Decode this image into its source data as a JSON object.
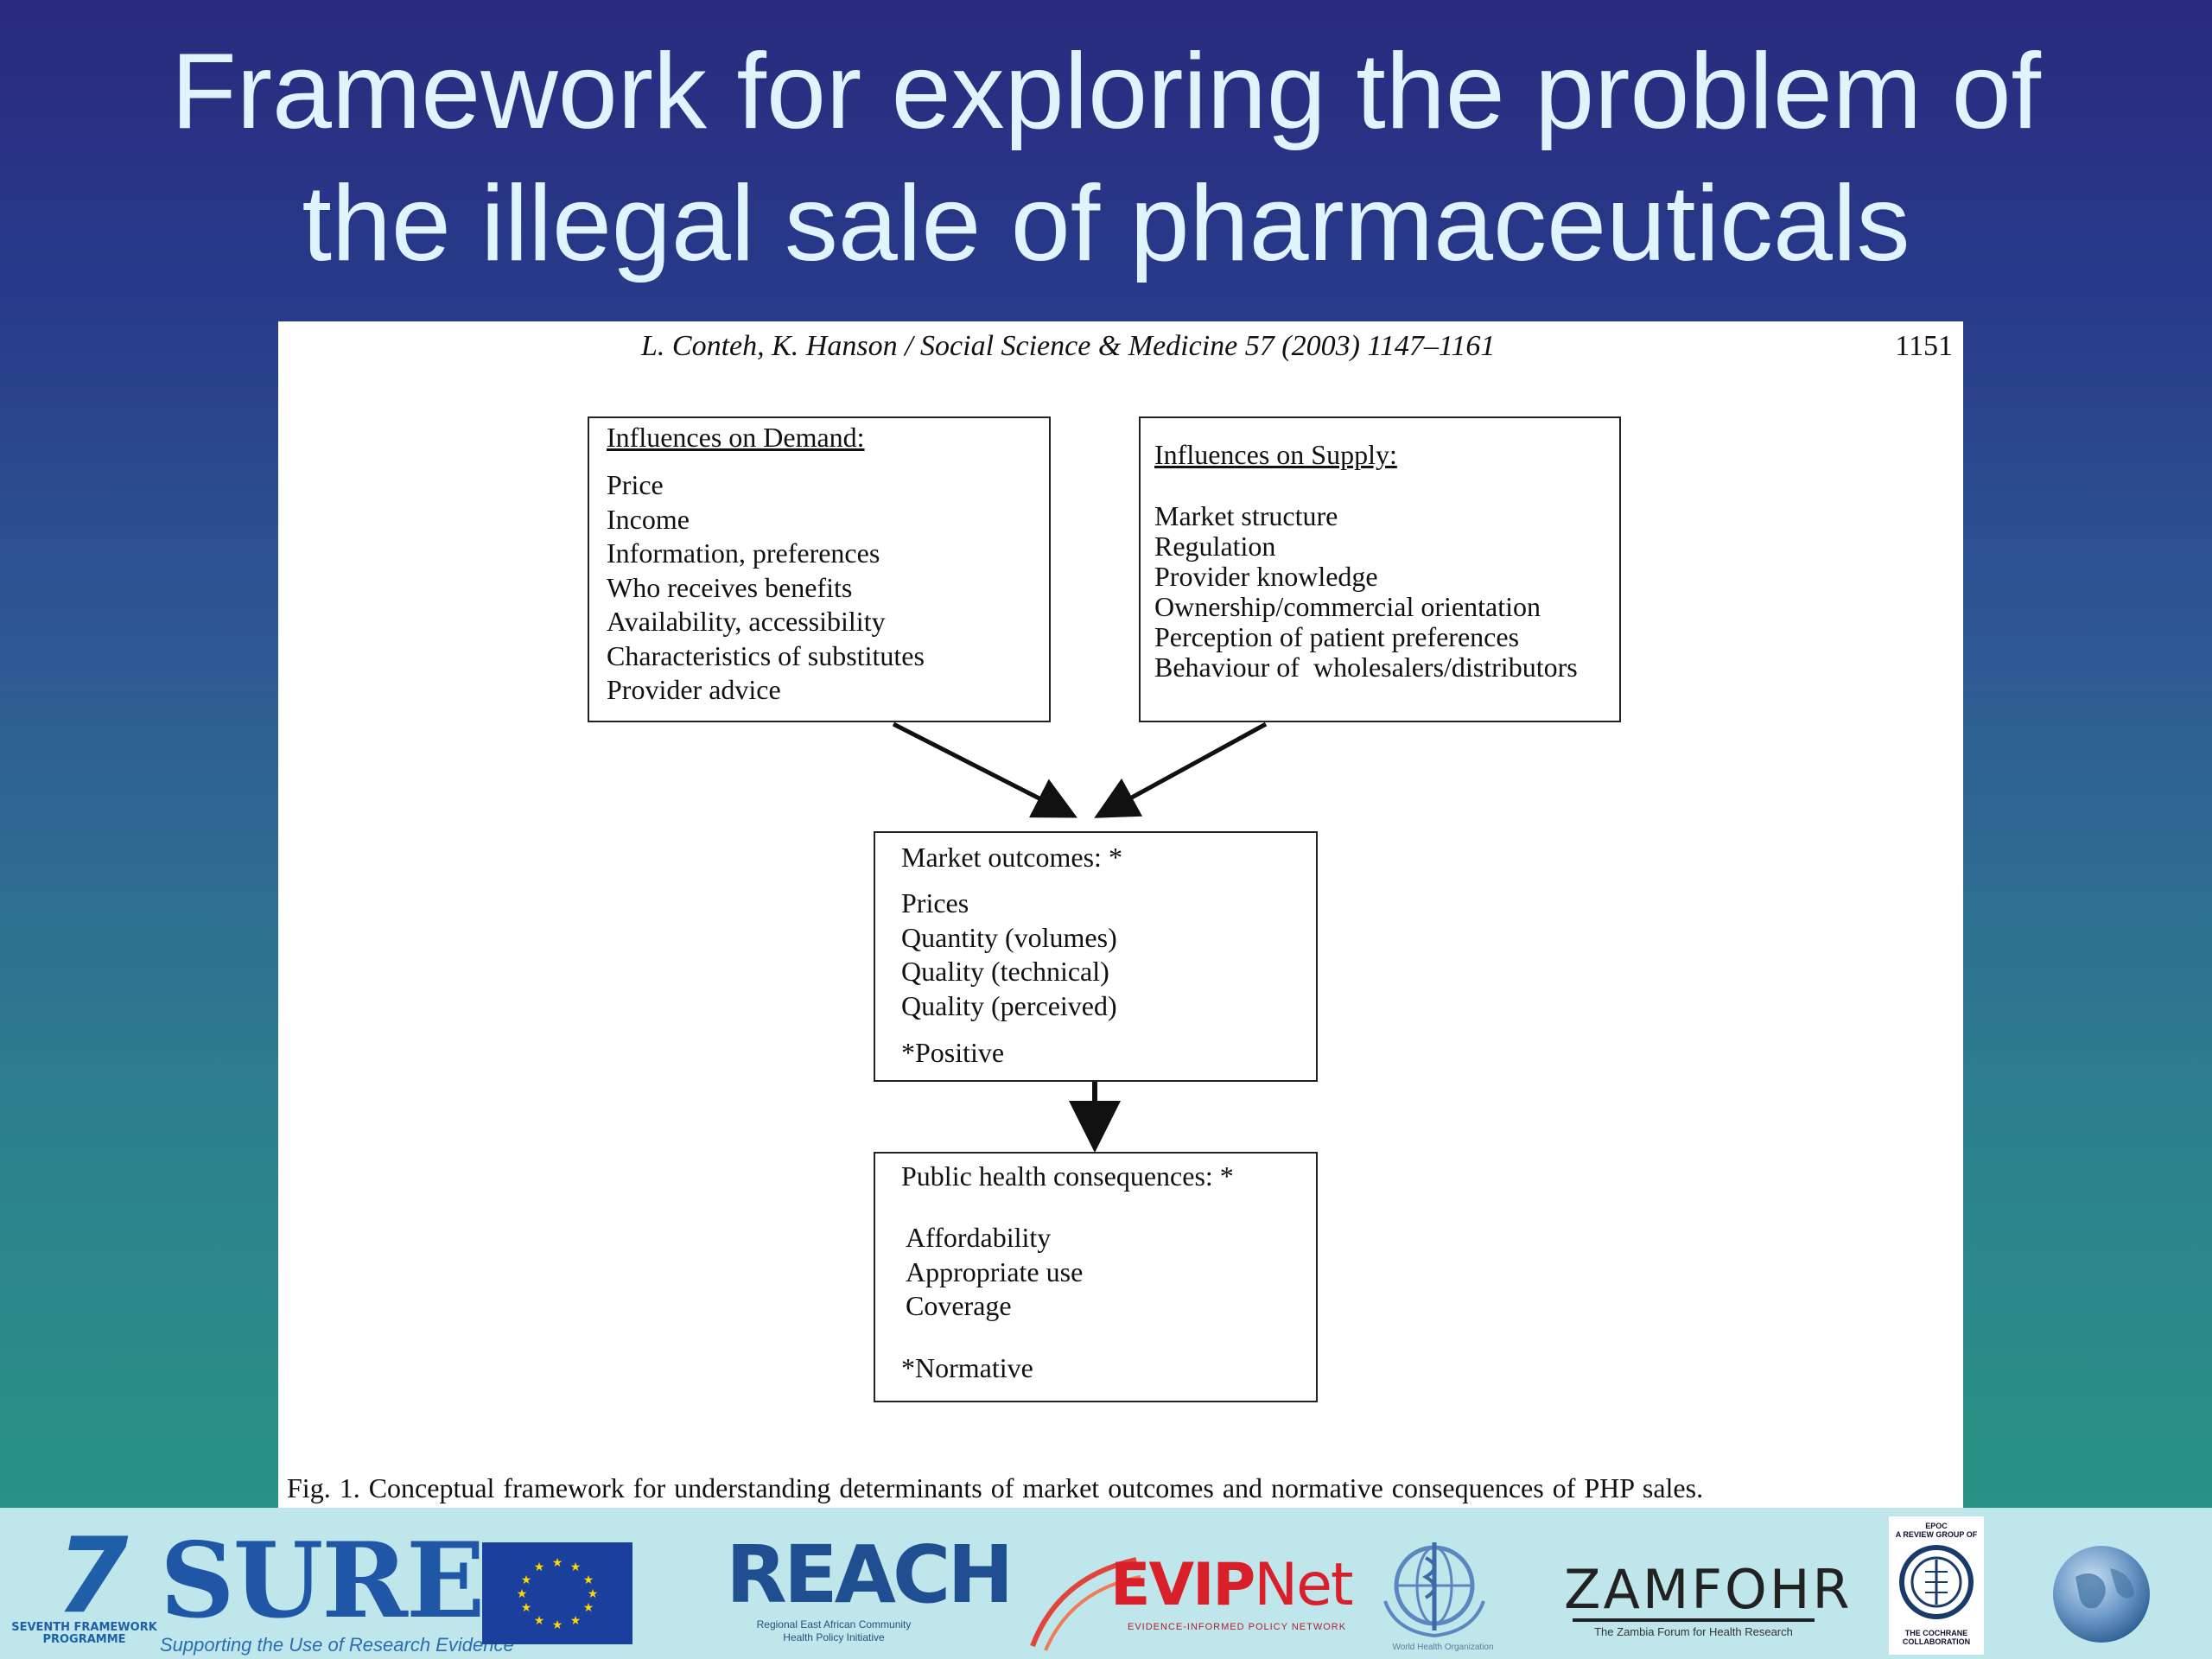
{
  "slide": {
    "title_line1": "Framework for exploring the problem of",
    "title_line2": "the illegal sale of pharmaceuticals"
  },
  "paper": {
    "citation": "L. Conteh, K. Hanson / Social Science & Medicine 57 (2003) 1147–1161",
    "page_number": "1151",
    "demand_box": {
      "heading": "Influences on Demand:",
      "items": [
        "Price",
        "Income",
        "Information, preferences",
        "Who receives benefits",
        "Availability, accessibility",
        "Characteristics of substitutes",
        "Provider advice"
      ]
    },
    "supply_box": {
      "heading": "Influences on Supply:",
      "items": [
        "Market structure",
        "Regulation",
        "Provider knowledge",
        "Ownership/commercial orientation",
        "Perception of patient preferences",
        "Behaviour of  wholesalers/distributors"
      ]
    },
    "market_box": {
      "heading": "Market outcomes: *",
      "items": [
        "Prices",
        "Quantity (volumes)",
        "Quality (technical)",
        "Quality (perceived)"
      ],
      "note": "*Positive"
    },
    "health_box": {
      "heading": "Public health consequences: *",
      "items": [
        "Affordability",
        "Appropriate use",
        "Coverage"
      ],
      "note": "*Normative"
    },
    "caption": "Fig. 1.  Conceptual framework for understanding determinants of market outcomes and normative consequences of PHP sales."
  },
  "footer_logos": {
    "seven_fp": {
      "mark": "7",
      "label": "SEVENTH FRAMEWORK PROGRAMME"
    },
    "sure": {
      "word": "SURE",
      "tagline": "Supporting the Use of Research Evidence"
    },
    "eu_flag": {
      "icon": "eu-flag-icon"
    },
    "reach": {
      "word": "REACH",
      "subtitle_line1": "Regional East African Community",
      "subtitle_line2": "Health Policy Initiative"
    },
    "evipnet": {
      "word_bold": "EVIP",
      "word_net": "Net",
      "subtitle": "EVIDENCE-INFORMED POLICY NETWORK"
    },
    "who": {
      "icon": "who-emblem-icon",
      "subtitle": "World Health Organization"
    },
    "zamfohr": {
      "word": "ZAMFOHR",
      "subtitle": "The Zambia Forum for Health Research"
    },
    "cochrane": {
      "top_line1": "EPOC",
      "top_line2": "A REVIEW GROUP OF",
      "bottom_line1": "THE COCHRANE",
      "bottom_line2": "COLLABORATION"
    },
    "globe": {
      "icon": "globe-icon"
    }
  },
  "colors": {
    "title_text": "#dff4ff",
    "bg_top": "#2a2a7e",
    "bg_bottom": "#2a9484",
    "footer_bg": "#bfe6ea",
    "sure_blue": "#1f57a6",
    "evip_red": "#d9202a"
  }
}
